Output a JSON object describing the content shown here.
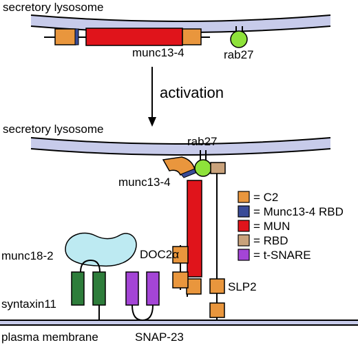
{
  "labels": {
    "top_lysosome": "secretory lysosome",
    "top_munc": "munc13-4",
    "top_rab": "rab27",
    "activation": "activation",
    "bottom_lysosome": "secretory lysosome",
    "bottom_rab": "rab27",
    "bottom_munc": "munc13-4",
    "munc18": "munc18-2",
    "doc2": "DOC2α",
    "syntaxin": "syntaxin11",
    "slp2": "SLP2",
    "plasma_membrane": "plasma membrane",
    "snap23": "SNAP-23"
  },
  "legend": [
    {
      "label": "= C2",
      "color": "#E9963D"
    },
    {
      "label": "= Munc13-4 RBD",
      "color": "#3A4C98"
    },
    {
      "label": "= MUN",
      "color": "#E0141B"
    },
    {
      "label": "= RBD",
      "color": "#C9A27B"
    },
    {
      "label": "= t-SNARE",
      "color": "#A445D6"
    }
  ],
  "colors": {
    "c2": "#E9963D",
    "rbd_munc": "#3A4C98",
    "mun": "#E0141B",
    "rbd": "#C9A27B",
    "tsnare": "#A445D6",
    "rab27": "#8EE23A",
    "syntaxin": "#2E7D3B",
    "munc18": "#BDEAF2",
    "membrane_band": "#C7CBEA"
  }
}
